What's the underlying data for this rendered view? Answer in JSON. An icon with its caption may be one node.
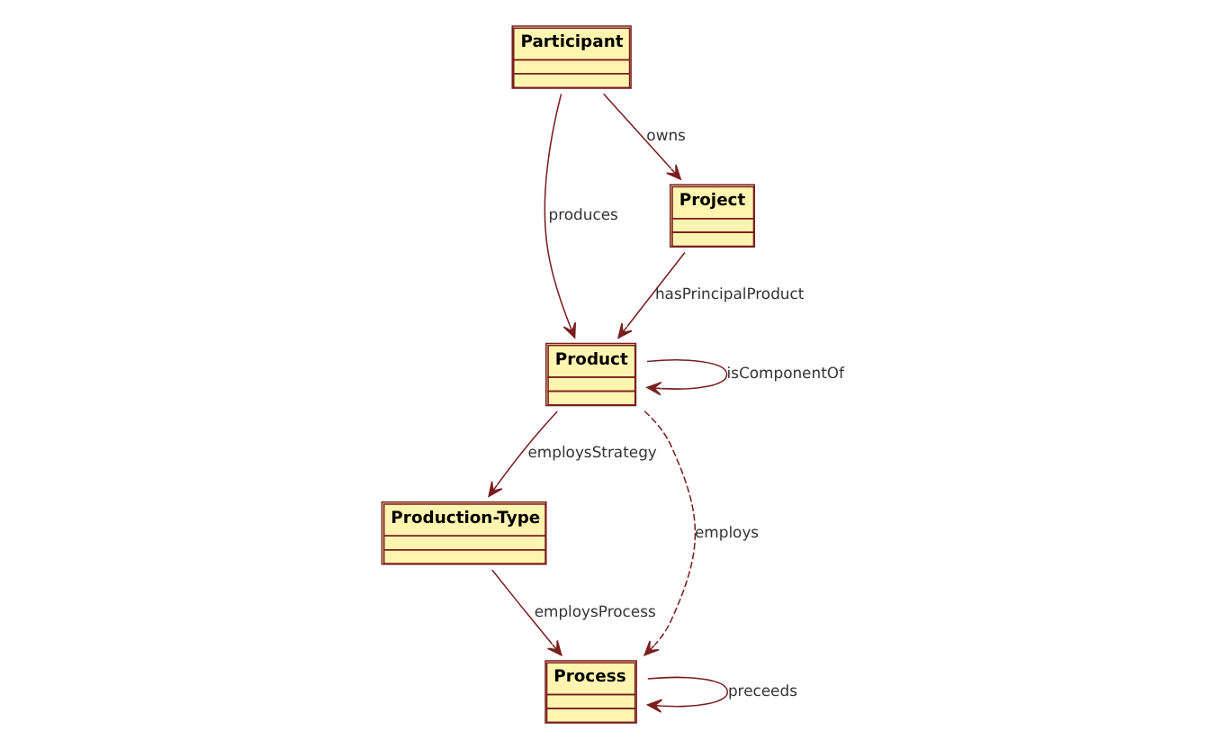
{
  "diagram": {
    "nodes": [
      {
        "text": [
          "Product"
        ]
      },
      {
        "text": [
          "Production-Type"
        ]
      },
      {
        "text": [
          "Project"
        ]
      },
      {
        "text": [
          "Process"
        ]
      },
      {
        "text": [
          "Participant"
        ]
      }
    ],
    "edges": [
      {
        "from": 0,
        "to": 0,
        "arrow": "to",
        "label": "isComponentOf"
      },
      {
        "from": 2,
        "to": 0,
        "arrow": "to",
        "label": "hasPrincipalProduct"
      },
      {
        "from": 0,
        "to": 1,
        "arrow": "to",
        "label": "employsStrategy"
      },
      {
        "from": 4,
        "to": 0,
        "arrow": "to",
        "label": "produces"
      },
      {
        "from": 1,
        "to": 3,
        "arrow": "to",
        "label": "employsProcess"
      },
      {
        "from": 3,
        "to": 3,
        "arrow": "to",
        "label": "preceeds"
      },
      {
        "from": 4,
        "to": 2,
        "arrow": "to",
        "label": "owns"
      },
      {
        "from": 0,
        "to": 3,
        "arrow": "to",
        "label": "employs",
        "style": "dashed"
      }
    ]
  }
}
